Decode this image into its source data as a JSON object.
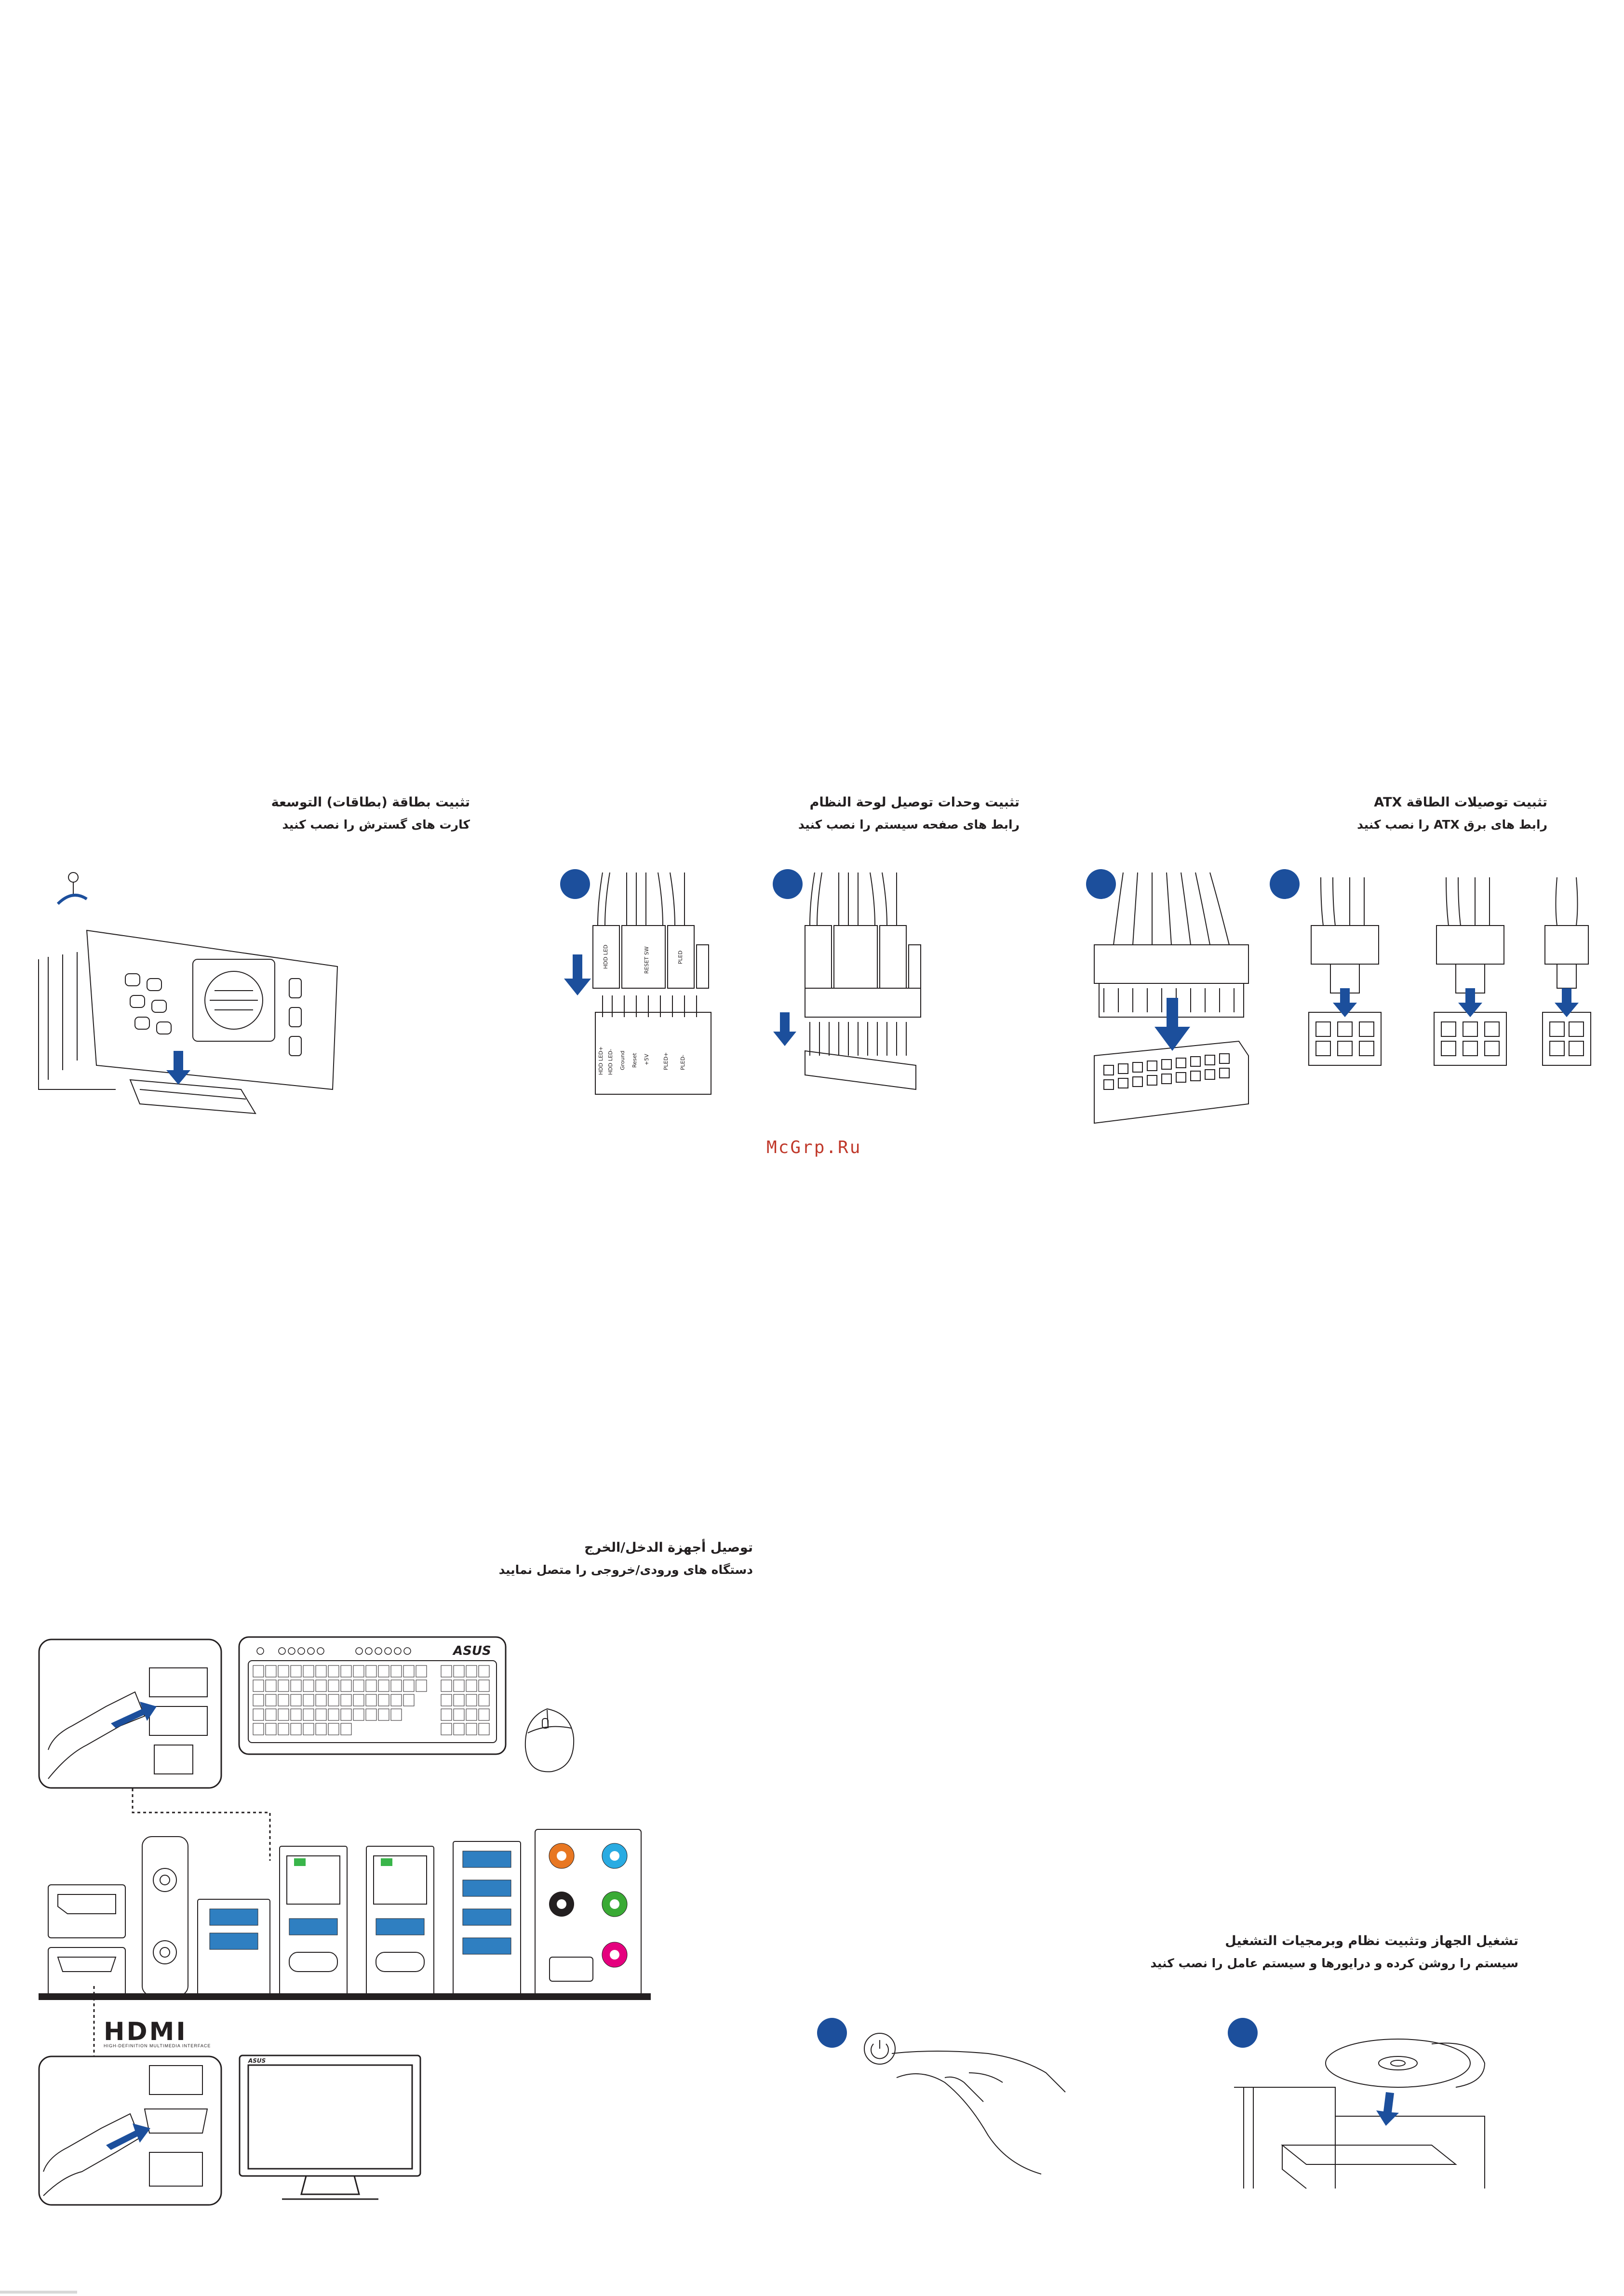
{
  "sections": {
    "expansion_card": {
      "line1": "تثبيت بطاقة (بطاقات) التوسعة",
      "line2": "کارت های گسترش را نصب کنید"
    },
    "panel_connectors": {
      "line1": "تثبيت وحدات توصيل لوحة النظام",
      "line2": "رابط های صفحه سیستم را نصب کنید"
    },
    "atx_power": {
      "line1": "تثبيت توصيلات الطاقة ATX",
      "line2": "رابط های برق ATX را نصب کنید"
    },
    "io_devices": {
      "line1": "توصيل أجهزة الدخل/الخرج",
      "line2": "دستگاه های ورودی/خروجی را متصل نمایید"
    },
    "power_on": {
      "line1": "تشغيل الجهاز وتثبيت نظام وبرمجيات التشغيل",
      "line2": "سیستم را روشن کرده و درایورها و سیستم عامل را نصب کنید"
    }
  },
  "watermark": "McGrp.Ru",
  "keyboard_brand": "ASUS",
  "monitor_brand": "ASUS",
  "hdmi": {
    "mark": "HDMI",
    "tagline": "HIGH-DEFINITION MULTIMEDIA INTERFACE"
  },
  "connector_labels": {
    "header_top": [
      "HDD LED",
      "RESET SW",
      "PLED"
    ],
    "pins_a": [
      "HDD LED+",
      "HDD LED-",
      "Ground",
      "Reset",
      "+5V",
      "PLED+",
      "PLED-"
    ]
  },
  "colors": {
    "accent_blue": "#1c4f9c",
    "usb_blue": "#2f7fc1",
    "audio_orange": "#e87722",
    "audio_cyan": "#29abe2",
    "audio_green": "#3aaa35",
    "audio_pink": "#e5007e",
    "lan_green": "#39b54a",
    "watermark_red": "#c0392b"
  }
}
